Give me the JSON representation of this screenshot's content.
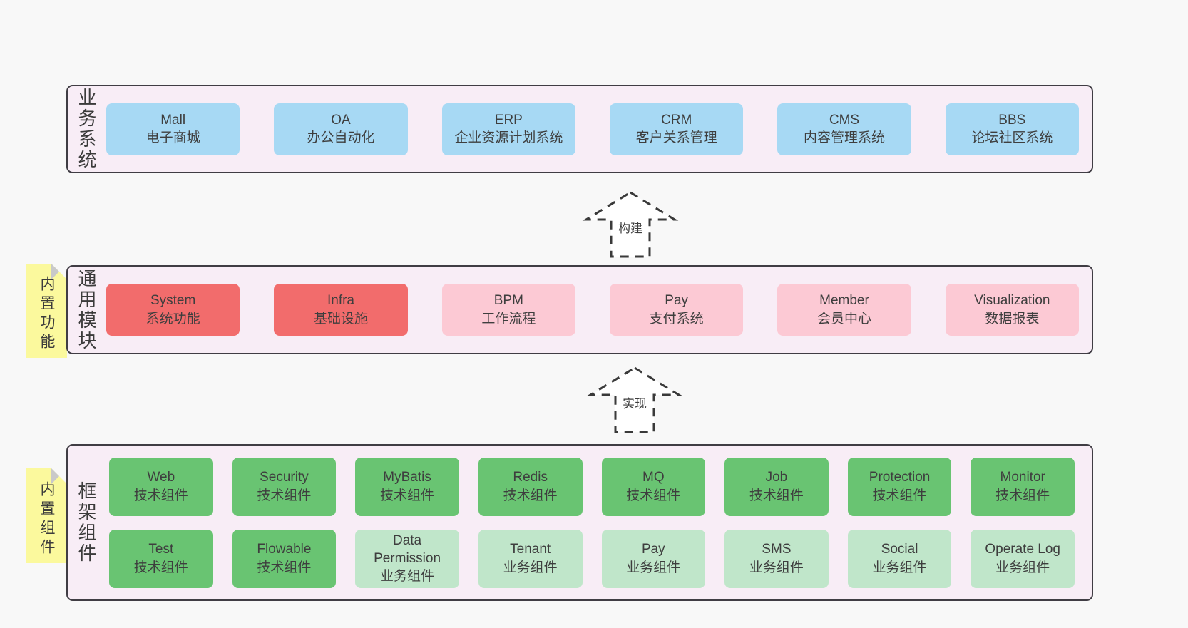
{
  "palette": {
    "background": "#f8f8f8",
    "band_fill": "#f8edf6",
    "band_border": "#403d44",
    "blue_box": "#a7d9f4",
    "red_box": "#f26c6c",
    "pink_box": "#fcc9d4",
    "green_box": "#69c472",
    "light_green_box": "#c0e6ca",
    "note_yellow": "#fbf99d",
    "note_fold_gray": "#c9c9c9",
    "text": "#3e3e3e"
  },
  "arrows": [
    {
      "label": "构建"
    },
    {
      "label": "实现"
    }
  ],
  "sections": [
    {
      "label": "业务系统",
      "items": [
        {
          "name": "Mall",
          "desc": "电子商城"
        },
        {
          "name": "OA",
          "desc": "办公自动化"
        },
        {
          "name": "ERP",
          "desc": "企业资源计划系统"
        },
        {
          "name": "CRM",
          "desc": "客户关系管理"
        },
        {
          "name": "CMS",
          "desc": "内容管理系统"
        },
        {
          "name": "BBS",
          "desc": "论坛社区系统"
        }
      ]
    },
    {
      "label": "通用模块",
      "note": "内置功能",
      "items": [
        {
          "name": "System",
          "desc": "系统功能"
        },
        {
          "name": "Infra",
          "desc": "基础设施"
        },
        {
          "name": "BPM",
          "desc": "工作流程"
        },
        {
          "name": "Pay",
          "desc": "支付系统"
        },
        {
          "name": "Member",
          "desc": "会员中心"
        },
        {
          "name": "Visualization",
          "desc": "数据报表"
        }
      ]
    },
    {
      "label": "框架组件",
      "note": "内置组件",
      "rows": [
        [
          {
            "name": "Web",
            "desc": "技术组件"
          },
          {
            "name": "Security",
            "desc": "技术组件"
          },
          {
            "name": "MyBatis",
            "desc": "技术组件"
          },
          {
            "name": "Redis",
            "desc": "技术组件"
          },
          {
            "name": "MQ",
            "desc": "技术组件"
          },
          {
            "name": "Job",
            "desc": "技术组件"
          },
          {
            "name": "Protection",
            "desc": "技术组件"
          },
          {
            "name": "Monitor",
            "desc": "技术组件"
          }
        ],
        [
          {
            "name": "Test",
            "desc": "技术组件"
          },
          {
            "name": "Flowable",
            "desc": "技术组件"
          },
          {
            "name": "Data Permission",
            "desc": "业务组件"
          },
          {
            "name": "Tenant",
            "desc": "业务组件"
          },
          {
            "name": "Pay",
            "desc": "业务组件"
          },
          {
            "name": "SMS",
            "desc": "业务组件"
          },
          {
            "name": "Social",
            "desc": "业务组件"
          },
          {
            "name": "Operate Log",
            "desc": "业务组件"
          }
        ]
      ]
    }
  ]
}
